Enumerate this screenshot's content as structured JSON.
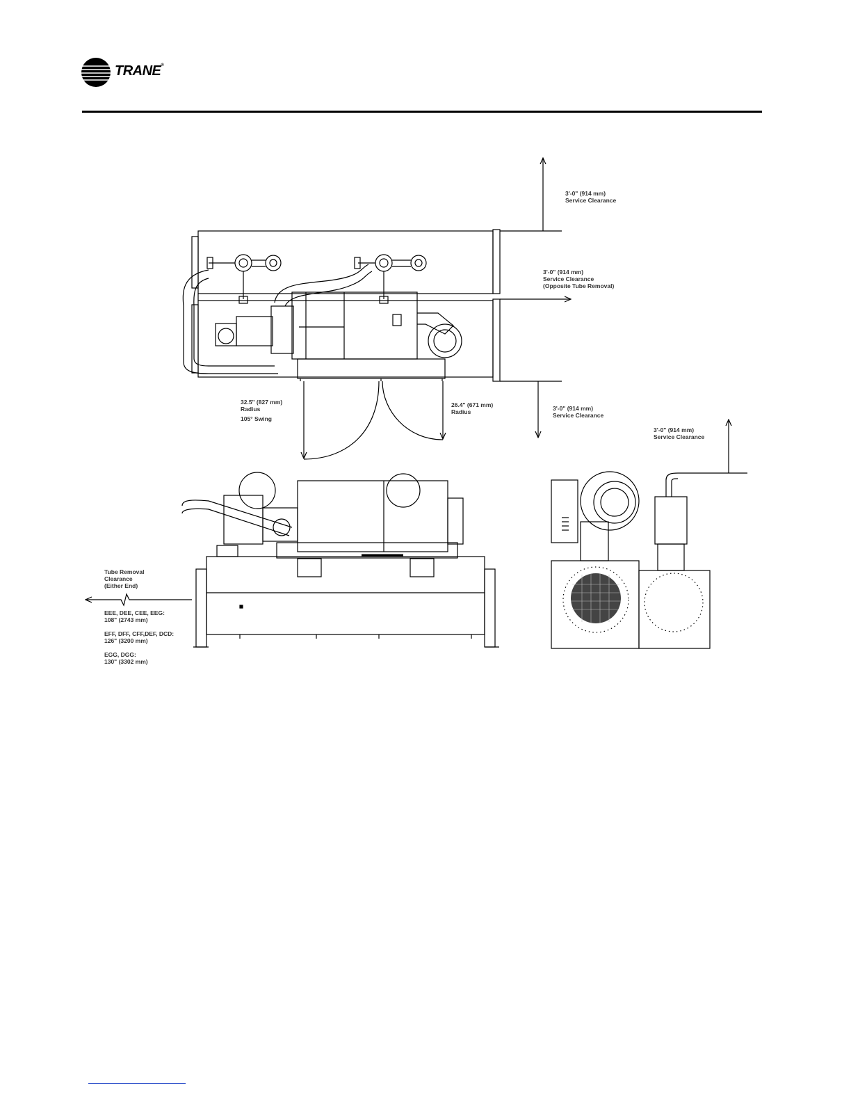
{
  "brand": {
    "name": "TRANE",
    "registered": "®"
  },
  "clearances": {
    "top": {
      "dimension": "3'-0\" (914 mm)",
      "label": "Service Clearance"
    },
    "right": {
      "dimension": "3'-0\" (914 mm)",
      "label": "Service Clearance",
      "note": "(Opposite Tube Removal)"
    },
    "bottom": {
      "dimension": "3'-0\" (914 mm)",
      "label": "Service Clearance"
    },
    "end_view": {
      "dimension": "3'-0\" (914 mm)",
      "label": "Service Clearance"
    }
  },
  "door_swing_left": {
    "dimension": "32.5\" (827 mm)",
    "label": "Radius",
    "swing": "105° Swing"
  },
  "door_swing_right": {
    "dimension": "26.4\" (671 mm)",
    "label": "Radius"
  },
  "tube_removal": {
    "title_lines": [
      "Tube Removal",
      "Clearance",
      "(Either End)"
    ],
    "groups": [
      {
        "models": "EEE, DEE, CEE, EEG:",
        "value": "108\" (2743 mm)"
      },
      {
        "models": "EFF, DFF, CFF,DEF, DCD:",
        "value": "126\" (3200 mm)"
      },
      {
        "models": "EGG, DGG:",
        "value": "130\" (3302 mm)"
      }
    ]
  },
  "colors": {
    "line": "#000000",
    "accent_rule": "#3355cc"
  }
}
